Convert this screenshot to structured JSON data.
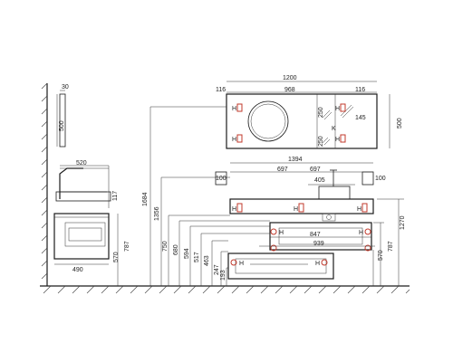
{
  "colors": {
    "line": "#1c1c1c",
    "hanger": "#c0392b",
    "hatch": "#444444"
  },
  "dims": {
    "side_mirror_depth": "30",
    "side_mirror_height": "500",
    "side_top_depth": "520",
    "side_top_height": "117",
    "side_drawer_height": "787",
    "side_drawer_depth": "490",
    "side_drawer_mount": "570",
    "mirror_width": "1200",
    "mirror_inset_left": "116",
    "mirror_inner": "968",
    "mirror_inset_right": "116",
    "mirror_cut_left": "250",
    "mirror_cut_right": "250",
    "mirror_offset": "145",
    "mirror_height": "500",
    "top_width": "1394",
    "top_half_left": "697",
    "top_half_right": "697",
    "top_basin": "405",
    "top_side": "100",
    "top_side_right": "100",
    "cab_width": "847",
    "cab_inner": "939",
    "right_787": "787",
    "right_570": "570",
    "right_1270": "1270",
    "h_1684": "1684",
    "h_1356": "1356",
    "h_750": "750",
    "h_680": "680",
    "h_594": "594",
    "h_517": "517",
    "h_463": "463",
    "h_247": "247",
    "h_193": "193"
  },
  "labels": {
    "hanger": "H",
    "hook": "K"
  }
}
